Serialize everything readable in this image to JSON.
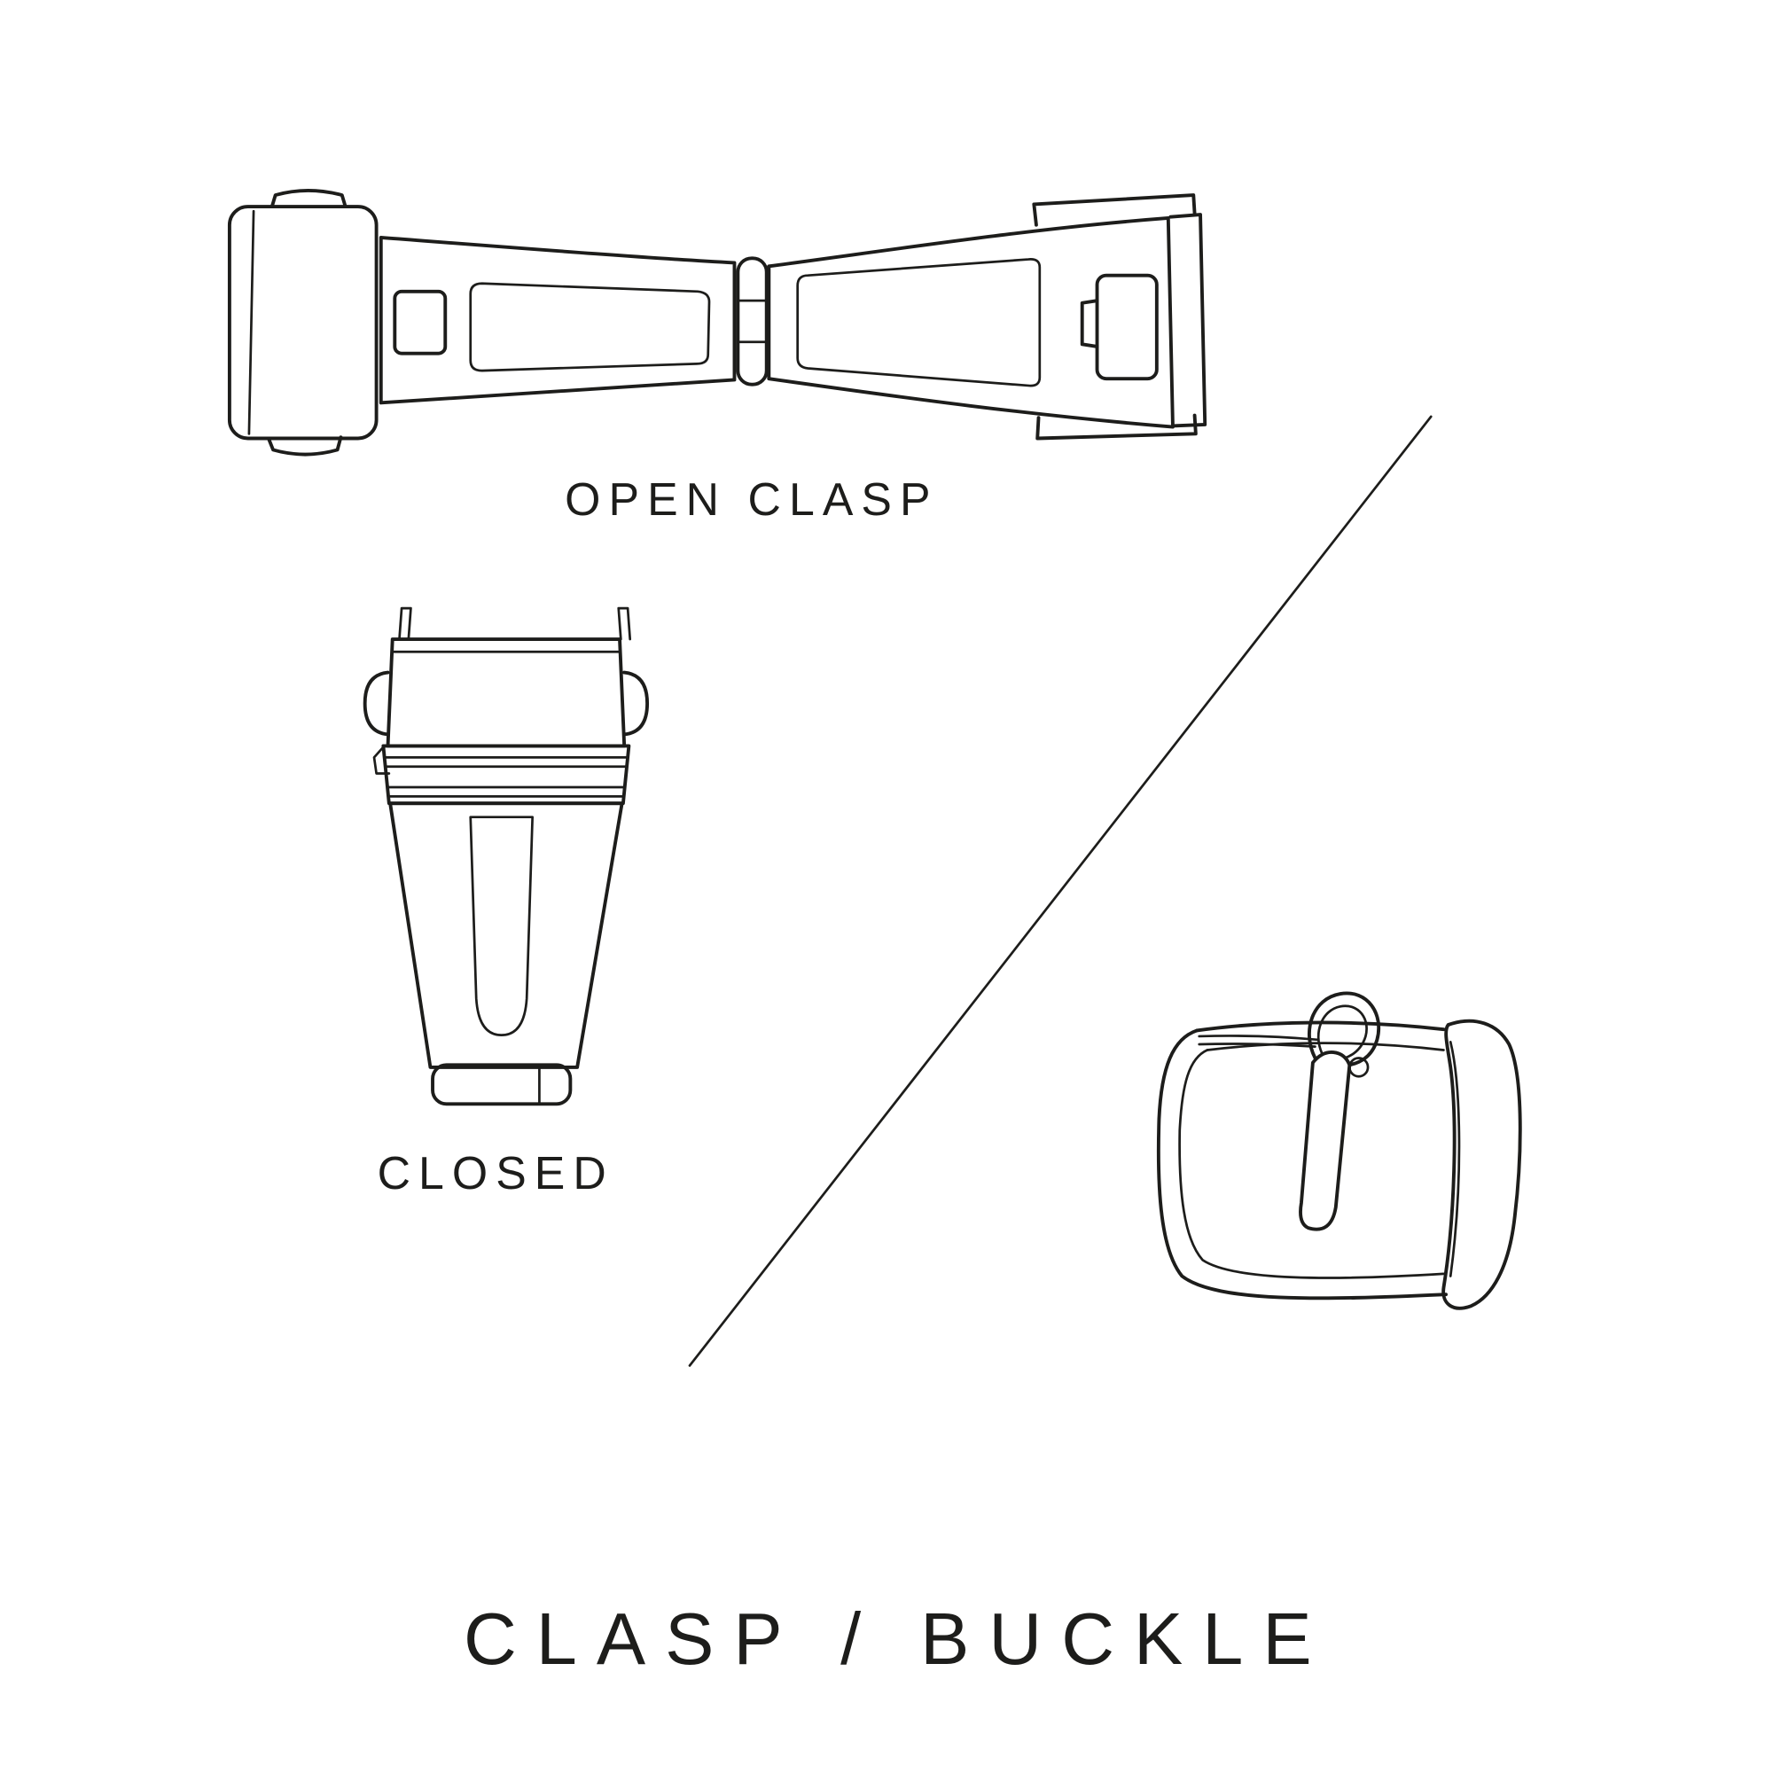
{
  "page": {
    "title": "CLASP / BUCKLE",
    "background_color": "#ffffff",
    "ink_color": "#1d1d1b"
  },
  "labels": {
    "open_clasp": "OPEN CLASP",
    "closed": "CLOSED"
  },
  "illustrations": [
    {
      "name": "open-clasp-illustration",
      "caption": "OPEN CLASP"
    },
    {
      "name": "closed-clasp-illustration",
      "caption": "CLOSED"
    },
    {
      "name": "pin-buckle-illustration",
      "caption": ""
    }
  ]
}
